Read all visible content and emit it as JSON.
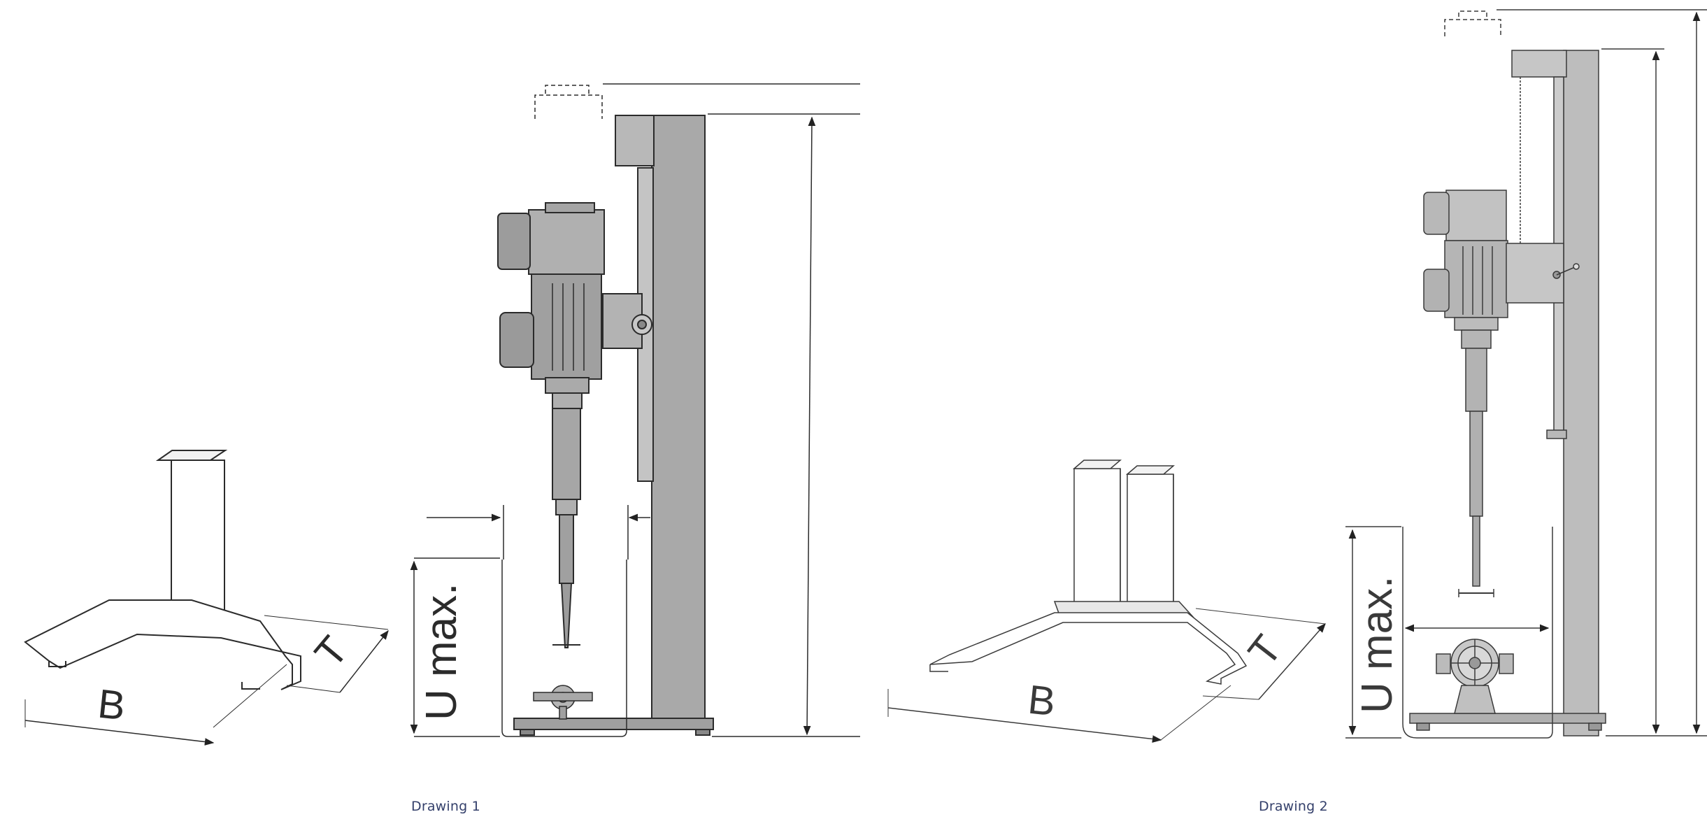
{
  "drawing1": {
    "caption": "Drawing 1",
    "label_width": "B",
    "label_depth": "T",
    "label_height": "U max."
  },
  "drawing2": {
    "caption": "Drawing 2",
    "label_width": "B",
    "label_depth": "T",
    "label_height": "U max."
  },
  "colors": {
    "line": "#2b2b2b",
    "fill_dark": "#9a9a9a",
    "fill_mid": "#b4b4b4",
    "fill_light": "#d0d0d0",
    "caption": "#34406b"
  }
}
